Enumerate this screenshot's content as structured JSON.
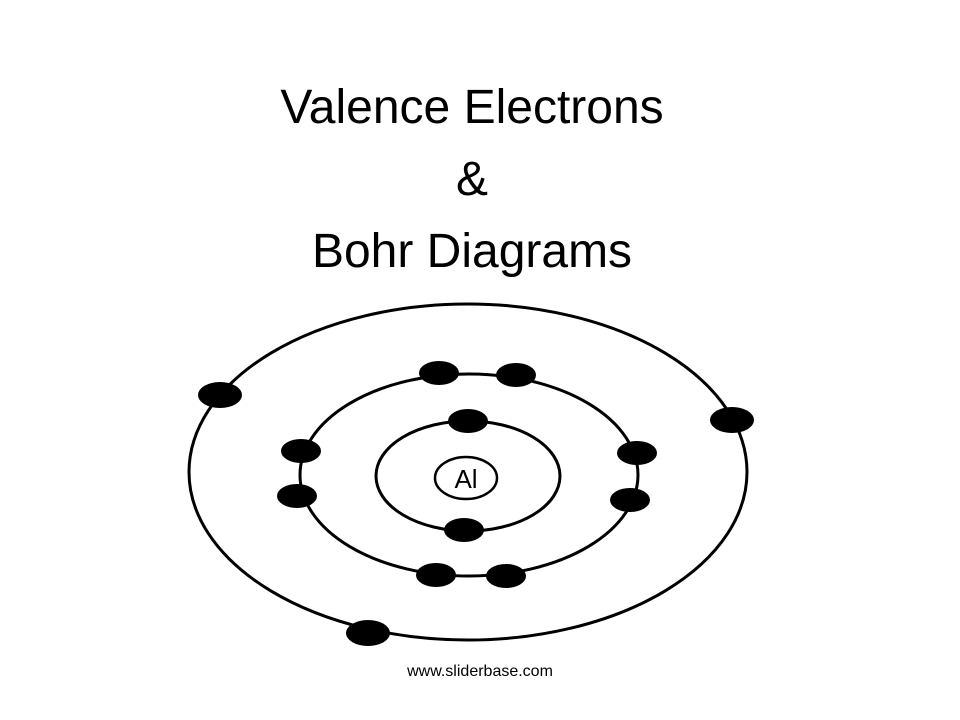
{
  "slide": {
    "title_line1": "Valence Electrons",
    "title_line2": "&",
    "title_line3": "Bohr Diagrams",
    "footer": "www.sliderbase.com"
  },
  "diagram": {
    "element_symbol": "Al",
    "shells": [
      {
        "name": "first-shell",
        "electrons": 2
      },
      {
        "name": "second-shell",
        "electrons": 8
      },
      {
        "name": "third-shell",
        "electrons": 3
      }
    ],
    "colors": {
      "ink": "#000000",
      "background": "#ffffff"
    }
  }
}
